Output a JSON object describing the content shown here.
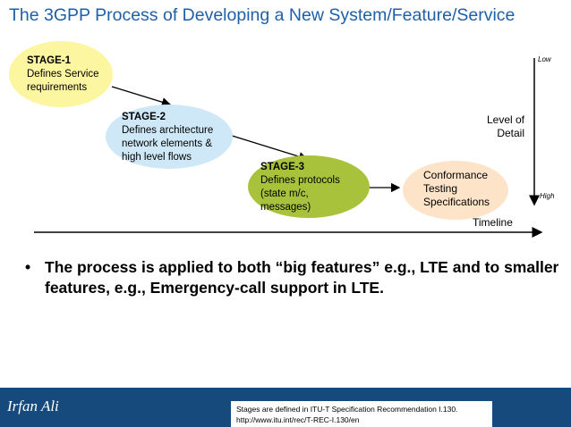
{
  "title": "The 3GPP Process of Developing a New System/Feature/Service",
  "stages": [
    {
      "name": "STAGE-1",
      "lines": [
        "Defines Service",
        "requirements"
      ],
      "color": "#fdf6a0"
    },
    {
      "name": "STAGE-2",
      "lines": [
        "Defines architecture",
        "network elements &",
        "high level flows"
      ],
      "color": "#cfe8f7"
    },
    {
      "name": "STAGE-3",
      "lines": [
        "Defines protocols",
        "(state m/c,",
        "messages)"
      ],
      "color": "#a9c23c"
    }
  ],
  "conformance": {
    "lines": [
      "Conformance",
      "Testing",
      "Specifications"
    ],
    "color": "#fde3c8"
  },
  "level_of_detail": {
    "line1": "Level of",
    "line2": "Detail",
    "low": "Low",
    "high": "High"
  },
  "timeline_label": "Timeline",
  "bullet": {
    "marker": "•",
    "text": "The process is applied to both “big features” e.g., LTE and to smaller features, e.g., Emergency-call support in LTE."
  },
  "footer": {
    "author": "Irfan Ali",
    "note_line1": "Stages are defined in ITU-T Specification Recommendation I.130.",
    "note_line2": "http://www.itu.int/rec/T-REC-I.130/en"
  }
}
